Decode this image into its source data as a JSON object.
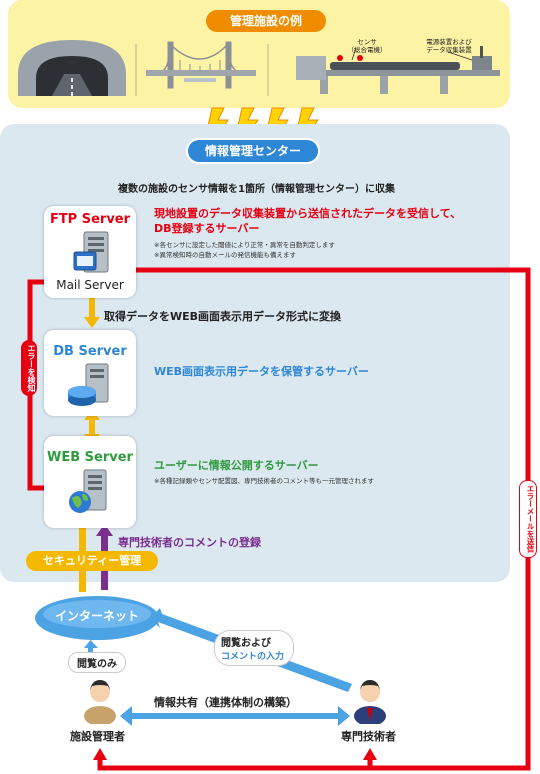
{
  "header": {
    "title": "管理施設の例",
    "sensor_label": "センサ\n（総合電機）",
    "collector_label": "電源装置および\nデータ収集装置"
  },
  "center": {
    "title": "情報管理センター",
    "summary": "複数の施設のセンサ情報を1箇所（情報管理センター）に収集"
  },
  "ftp": {
    "title": "FTP Server",
    "subtitle": "Mail Server",
    "desc": "現地設置のデータ収集装置から送信されたデータを受信して、\nDB登録するサーバー",
    "notes": "※各センサに設定した閾値により正常・異常を自動判定します\n※異常検知時の自動メールの発信機能も備えます"
  },
  "convert_label": "取得データをWEB画面表示用データ形式に変換",
  "db": {
    "title": "DB Server",
    "desc": "WEB画面表示用データを保管するサーバー"
  },
  "web": {
    "title": "WEB Server",
    "desc": "ユーザーに情報公開するサーバー",
    "notes": "※各種記録類やセンサ配置図、専門技術者のコメント等も一元管理されます"
  },
  "comment_registration": "専門技術者のコメントの登録",
  "security": "セキュリティー管理",
  "internet": "インターネット",
  "error_detect": "エラーを検知",
  "error_mail": "エラーメールを送信",
  "view_only": "閲覧のみ",
  "view_input": {
    "line1": "閲覧および",
    "line2": "コメントの入力"
  },
  "info_share": "情報共有（連携体制の構築）",
  "facility_manager": "施設管理者",
  "expert": "専門技術者",
  "colors": {
    "orange": "#f08c00",
    "blue": "#2e86d6",
    "red": "#e60012",
    "purple": "#7a2e8e",
    "green": "#2f9a3e",
    "yellow": "#f5b800",
    "panel": "#dbe8f0",
    "header_bg": "#fdf3a4"
  }
}
